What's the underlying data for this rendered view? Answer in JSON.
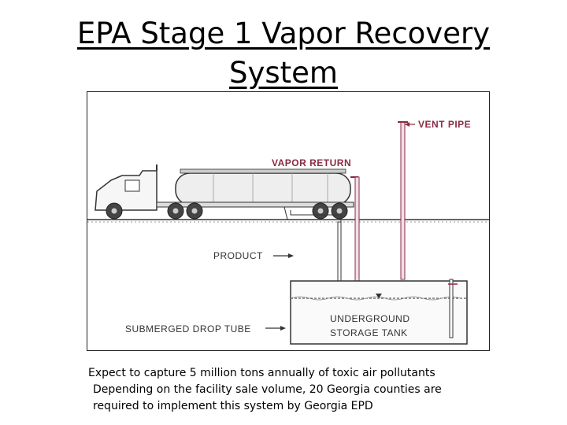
{
  "slide": {
    "title_line1": "EPA Stage 1 Vapor Recovery",
    "title_line2": "System"
  },
  "diagram": {
    "labels": {
      "vent_pipe": "VENT PIPE",
      "vapor_return": "VAPOR RETURN",
      "product": "PRODUCT",
      "submerged_drop_tube": "SUBMERGED DROP TUBE",
      "underground_line1": "UNDERGROUND",
      "underground_line2": "STORAGE TANK"
    },
    "colors": {
      "accent_red": "#8a2a44",
      "line": "#333333"
    }
  },
  "caption": {
    "line1": "Expect to capture 5 million tons annually of toxic air pollutants",
    "line2": "Depending on the facility sale volume, 20 Georgia counties are",
    "line3": "required to implement this system by Georgia EPD"
  }
}
